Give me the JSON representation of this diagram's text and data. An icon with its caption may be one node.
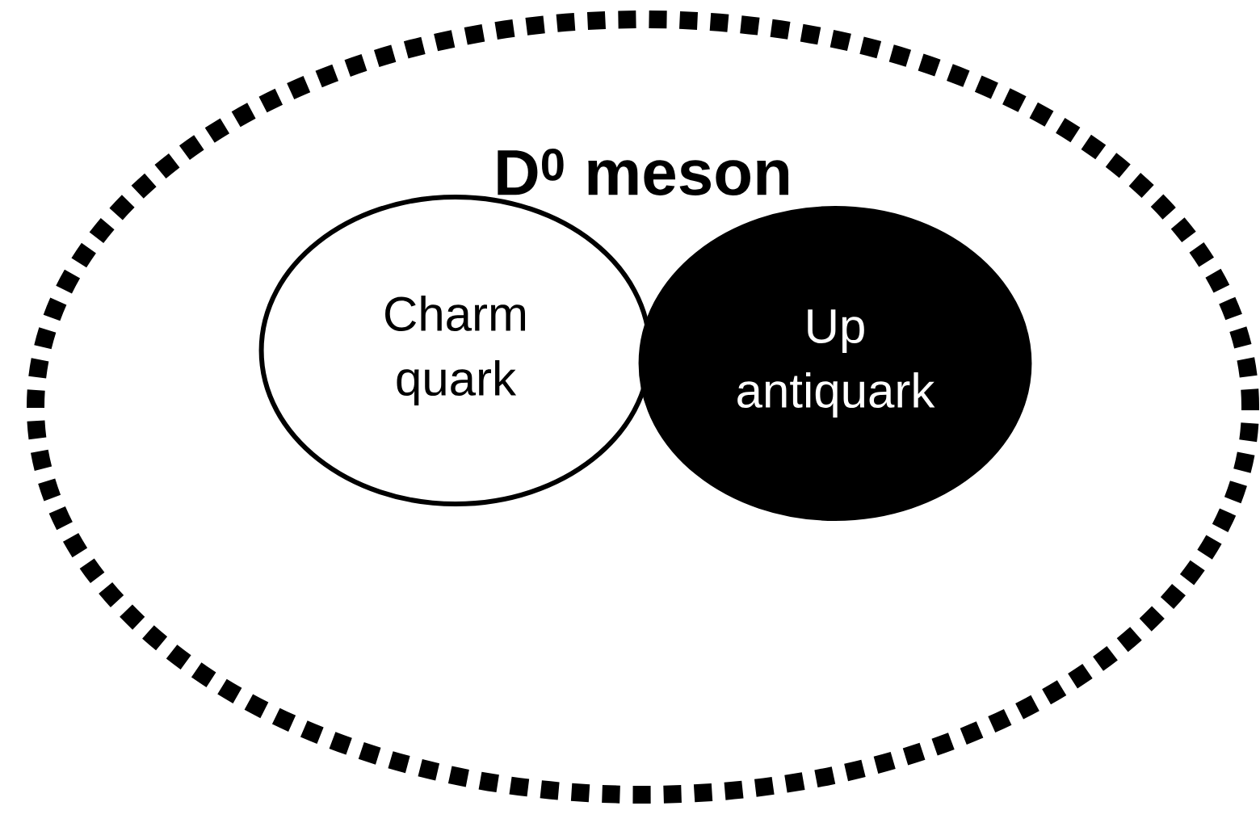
{
  "diagram": {
    "nodes": [
      {
        "text": [
          "D$^{0}$ meson"
        ]
      },
      {
        "text": [
          "Charm quark"
        ],
        "in": 0
      },
      {
        "text": [
          "Up antiquark"
        ],
        "in": 0
      }
    ]
  }
}
